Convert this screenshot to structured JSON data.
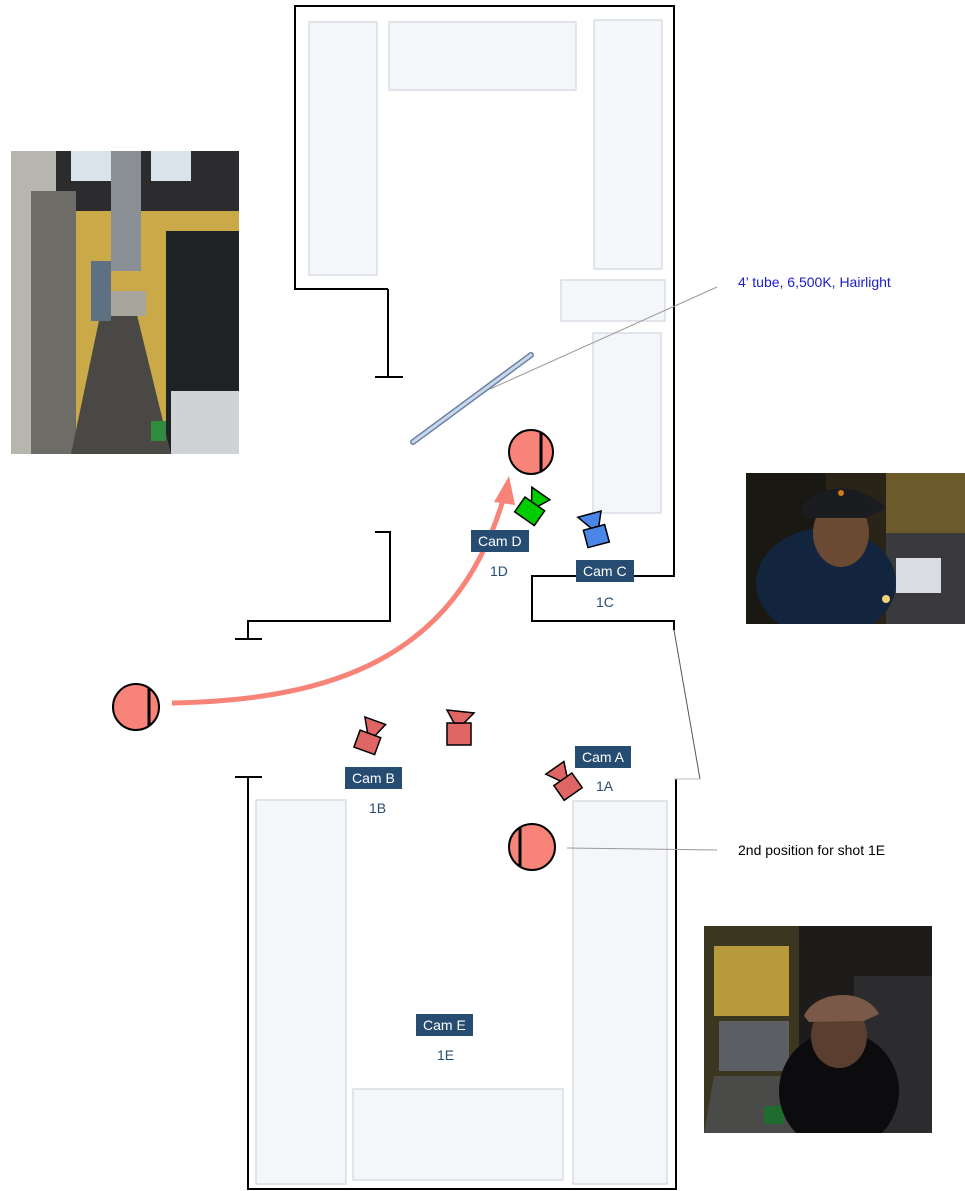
{
  "colors": {
    "wall": "#000000",
    "fixture_fill": "#f4f6fa",
    "fixture_stroke": "#d8dde4",
    "subject": "#f78379",
    "camera_red": "#e06666",
    "camera_blue": "#4a86e8",
    "camera_green": "#00cc00",
    "label_bg": "#264c72",
    "label_text": "#ffffff",
    "shot_text": "#264c72",
    "light_fill": "#c9d7ea",
    "light_stroke": "#6b80a3",
    "note_blue": "#1c1ccc",
    "note_black": "#000000"
  },
  "cameras": [
    {
      "id": "cam-a",
      "label": "Cam A",
      "shot": "1A",
      "color": "red"
    },
    {
      "id": "cam-b",
      "label": "Cam B",
      "shot": "1B",
      "color": "red"
    },
    {
      "id": "cam-c",
      "label": "Cam C",
      "shot": "1C",
      "color": "blue"
    },
    {
      "id": "cam-d",
      "label": "Cam D",
      "shot": "1D",
      "color": "green"
    },
    {
      "id": "cam-e",
      "label": "Cam E",
      "shot": "1E",
      "color": "red"
    }
  ],
  "notes": {
    "light": "4’ tube, 6,500K, Hairlight",
    "second_position": "2nd position for shot 1E"
  },
  "icons": {
    "subject": "subject-marker-icon",
    "camera": "camera-icon",
    "light": "tube-light-icon",
    "path": "movement-arrow-icon"
  },
  "photos": {
    "kitchen_wide": "kitchen-corridor-photo",
    "closeup": "chef-closeup-photo",
    "low_angle": "chef-low-angle-photo"
  }
}
